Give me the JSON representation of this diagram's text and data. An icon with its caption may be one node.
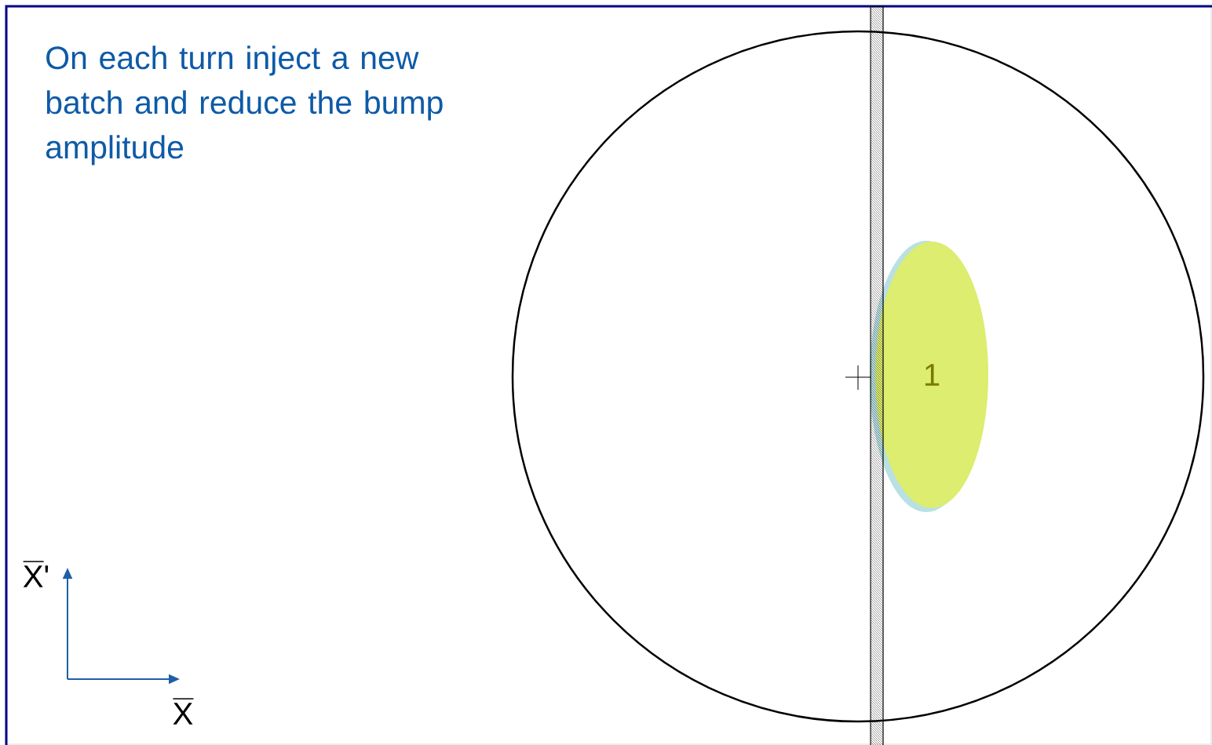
{
  "diagram": {
    "title": "On each turn inject a new batch and reduce the bump amplitude",
    "nodes": [
      {
        "text": [],
        "shape": "circle"
      },
      {
        "text": [
          "1"
        ],
        "in": 0
      }
    ],
    "labels": [
      "X'",
      "X"
    ]
  }
}
